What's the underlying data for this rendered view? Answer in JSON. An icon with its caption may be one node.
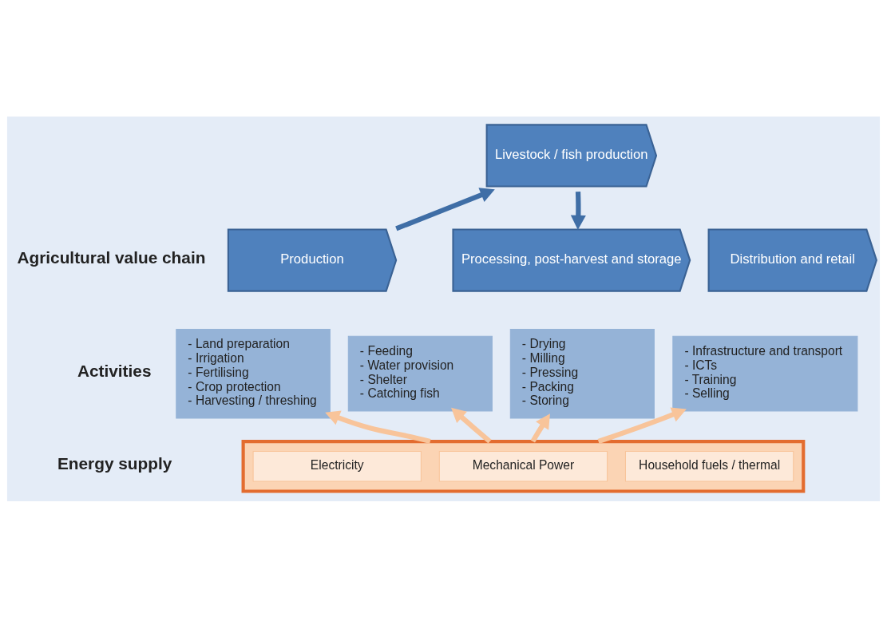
{
  "diagram": {
    "nodes": [
      {
        "text": [
          "Livestock / fish production"
        ]
      },
      {
        "text": [
          "Production"
        ]
      },
      {
        "text": [
          "Processing, post-harvest and storage"
        ]
      },
      {
        "text": [
          "Distribution and retail"
        ]
      },
      {
        "text": [
          "- Land preparation",
          "- Irrigation",
          "- Fertilising",
          "- Crop protection",
          "- Harvesting / threshing"
        ]
      },
      {
        "text": [
          "- Feeding",
          "- Water provision",
          "- Shelter",
          "- Catching fish"
        ]
      },
      {
        "text": [
          "- Drying",
          "- Milling",
          "- Pressing",
          "- Packing",
          "- Storing"
        ]
      },
      {
        "text": [
          "- Infrastructure and transport",
          "- ICTs",
          "- Training",
          "- Selling"
        ]
      },
      {
        "text": [],
        "shape": "box"
      },
      {
        "text": [
          "Electricity"
        ],
        "in": 8
      },
      {
        "text": [
          "Mechanical Power"
        ],
        "in": 8
      },
      {
        "text": [
          "Household fuels / thermal"
        ],
        "in": 8
      }
    ],
    "edges": [
      {
        "from": 1,
        "to": 0,
        "arrow": "to",
        "color": "#3f6ea6"
      },
      {
        "from": 0,
        "to": 2,
        "arrow": "to",
        "color": "#3f6ea6"
      },
      {
        "from": 8,
        "to": 4,
        "arrow": "to"
      },
      {
        "from": 8,
        "to": 5,
        "arrow": "to"
      },
      {
        "from": 8,
        "to": 6,
        "arrow": "to"
      },
      {
        "from": 8,
        "to": 7,
        "arrow": "to"
      }
    ],
    "labels": [
      "Agricultural value chain",
      "Activities",
      "Energy supply"
    ]
  }
}
